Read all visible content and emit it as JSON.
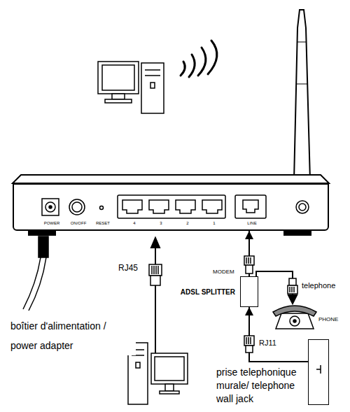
{
  "diagram": {
    "nodes": [
      {
        "text": [
          "POWER",
          "ON/OFF",
          "RESET",
          "4",
          "3",
          "2",
          "1",
          "LINE"
        ]
      },
      {
        "text": [
          "ADSL SPLITTER"
        ]
      },
      {
        "text": [
          "prise telephonique murale/ telephone wall jack"
        ]
      }
    ],
    "edges": [
      {
        "from": 2,
        "to": 1,
        "label": "RJ11",
        "arrow": "to"
      },
      {
        "from": 1,
        "to": 0,
        "label": "MODEM",
        "arrow": "to"
      }
    ],
    "labels": [
      "RJ45",
      "boîtier d'alimentation / power adapter",
      "telephone",
      "PHONE"
    ]
  }
}
